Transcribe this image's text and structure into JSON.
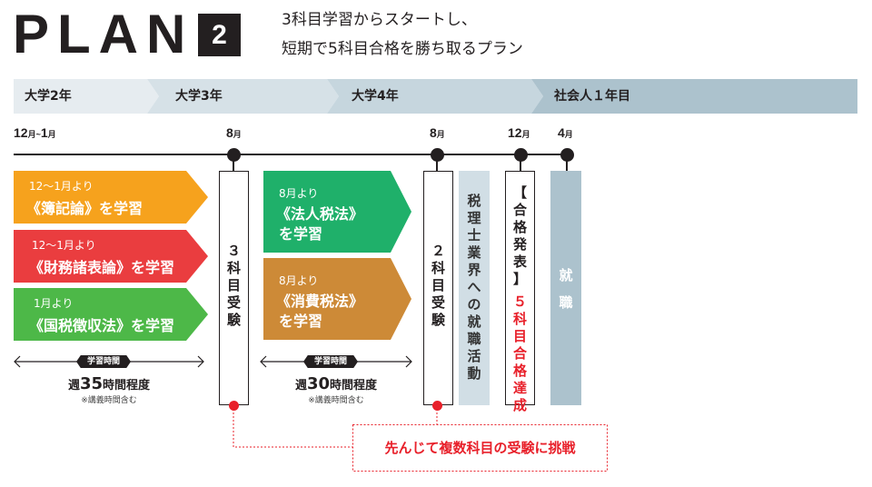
{
  "header": {
    "title": "PLAN",
    "plan_number": "2",
    "subtitle_line1": "3科目学習からスタートし、",
    "subtitle_line2": "短期で5科目合格を勝ち取るプラン"
  },
  "years": [
    {
      "label": "大学2年"
    },
    {
      "label": "大学3年"
    },
    {
      "label": "大学4年"
    },
    {
      "label": "社会人１年目"
    }
  ],
  "months": [
    {
      "num": "12",
      "unit": "月",
      "sep": "~",
      "num2": "1",
      "unit2": "月"
    },
    {
      "num": "8",
      "unit": "月"
    },
    {
      "num": "8",
      "unit": "月"
    },
    {
      "num": "12",
      "unit": "月"
    },
    {
      "num": "4",
      "unit": "月"
    }
  ],
  "studies": [
    {
      "from": "12～1月より",
      "subject": "《簿記論》を学習",
      "color": "#f6a21d"
    },
    {
      "from": "12～1月より",
      "subject": "《財務諸表論》を学習",
      "color": "#ea3d3f"
    },
    {
      "from": "1月より",
      "subject": "《国税徴収法》を学習",
      "color": "#4db848"
    },
    {
      "from": "8月より",
      "subject": "《法人税法》",
      "subject2": "を学習",
      "color": "#1fb06a"
    },
    {
      "from": "8月より",
      "subject": "《消費税法》",
      "subject2": "を学習",
      "color": "#cd8a37"
    }
  ],
  "exam1": [
    "３",
    "科",
    "目",
    "受",
    "験"
  ],
  "exam2": [
    "２",
    "科",
    "目",
    "受",
    "験"
  ],
  "job_hunting": [
    "税",
    "理",
    "士",
    "業",
    "界",
    "へ",
    "の",
    "就",
    "職",
    "活",
    "動"
  ],
  "result": {
    "announce": [
      "【",
      "合",
      "格",
      "発",
      "表",
      "】"
    ],
    "achieve": [
      "５",
      "科",
      "目",
      "合",
      "格",
      "達",
      "成"
    ]
  },
  "employment": [
    "就",
    "職"
  ],
  "study_time": [
    {
      "badge": "学習時間",
      "prefix": "週",
      "hours": "35",
      "suffix": "時間程度",
      "note": "※講義時間含む"
    },
    {
      "badge": "学習時間",
      "prefix": "週",
      "hours": "30",
      "suffix": "時間程度",
      "note": "※講義時間含む"
    }
  ],
  "callout": "先んじて複数科目の受験に挑戦",
  "colors": {
    "accent_red": "#e8202a",
    "dark": "#231f20"
  }
}
